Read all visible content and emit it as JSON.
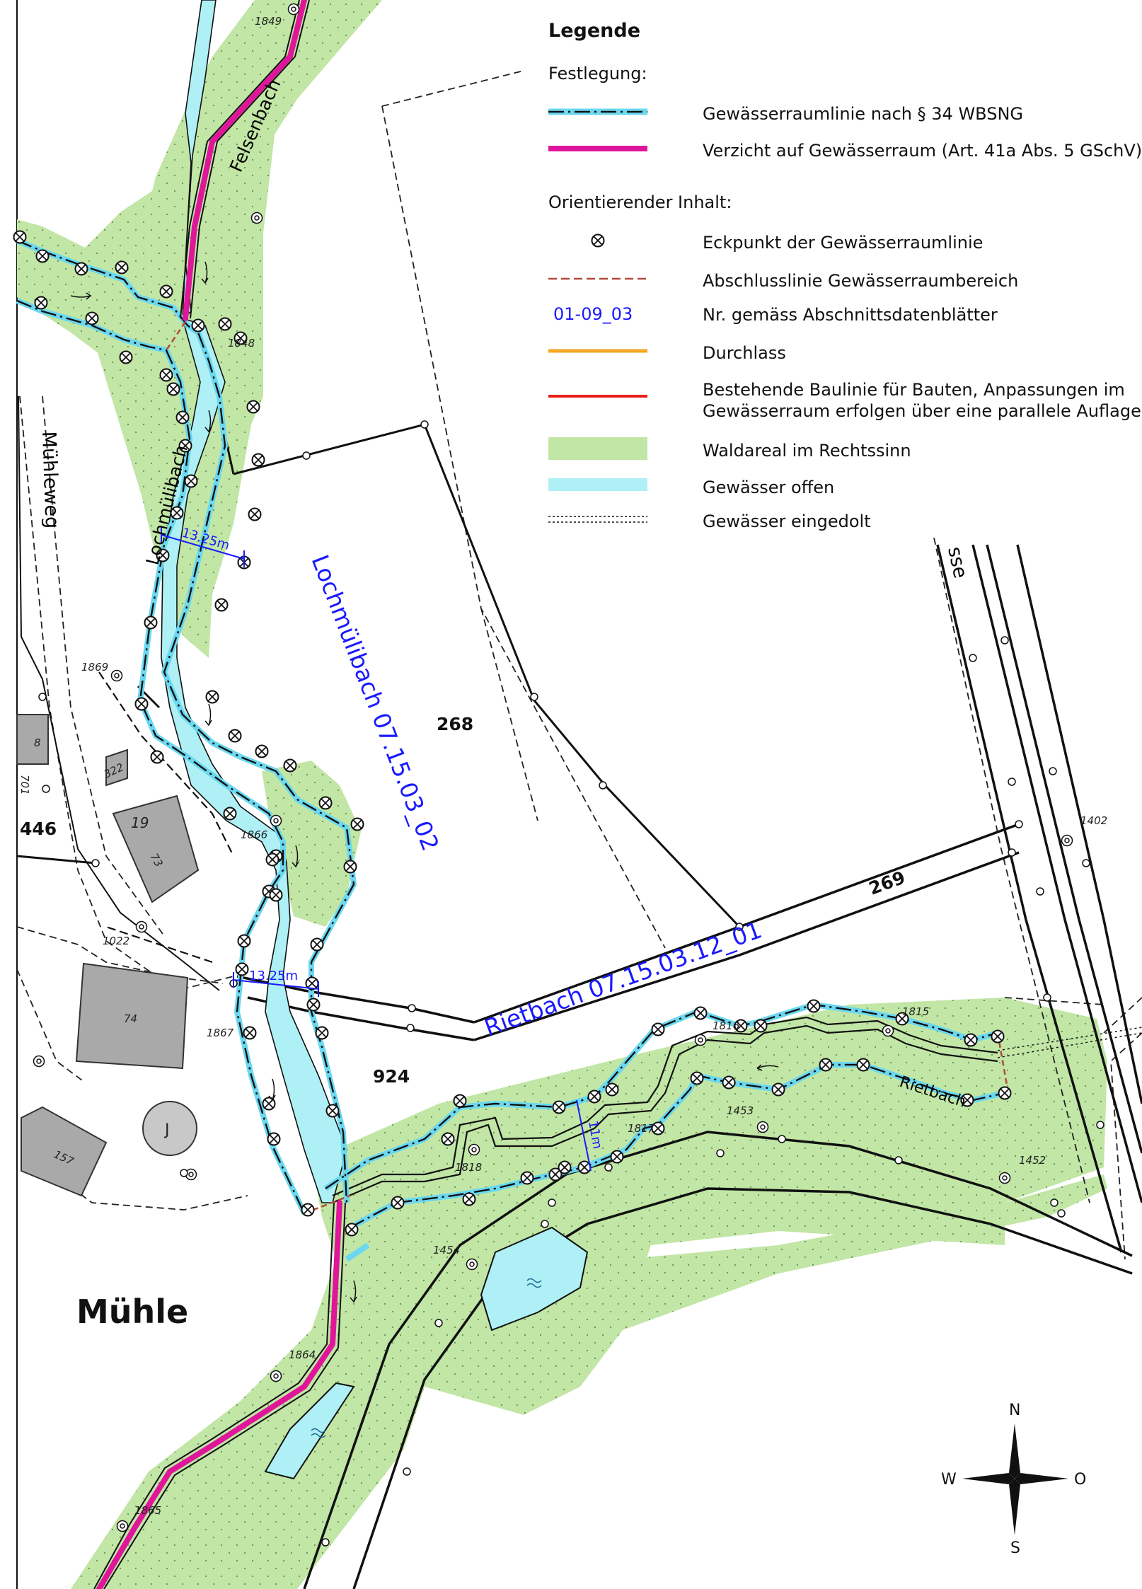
{
  "legend": {
    "title": "Legende",
    "section_fixed": "Festlegung:",
    "section_orient": "Orientierender Inhalt:",
    "items": [
      {
        "symbol": "line-blue-black-dashdot",
        "text": "Gewässerraumlinie nach § 34 WBSNG"
      },
      {
        "symbol": "line-magenta",
        "text": "Verzicht auf Gewässerraum (Art. 41a Abs. 5 GSchV)"
      },
      {
        "symbol": "circle-x",
        "text": "Eckpunkt der Gewässerraumlinie"
      },
      {
        "symbol": "dashed-brown",
        "text": "Abschlusslinie Gewässerraumbereich"
      },
      {
        "symbol": "blue-code",
        "code": "01-09_03",
        "text": "Nr. gemäss Abschnittsdatenblätter"
      },
      {
        "symbol": "line-orange",
        "text": "Durchlass"
      },
      {
        "symbol": "line-red",
        "text": "Bestehende Baulinie für Bauten, Anpassungen im",
        "text2": "Gewässerraum erfolgen über eine parallele Auflage"
      },
      {
        "symbol": "fill-green",
        "text": "Waldareal im Rechtssinn"
      },
      {
        "symbol": "fill-lightblue",
        "text": "Gewässer offen"
      },
      {
        "symbol": "line-dotted-double",
        "text": "Gewässer eingedolt"
      }
    ],
    "colors": {
      "wald": "#c1e6a5",
      "water": "#aef0f5",
      "magenta": "#e0169a",
      "orange": "#f5a623",
      "red": "#e8201c",
      "brown": "#b04a3a",
      "blue_label": "#1a1aff"
    }
  },
  "map": {
    "place_name": "Mühle",
    "street_label": "Mühleweg",
    "stream_felsenbach": "Felsenbach",
    "stream_lochmuelibach_short": "Lochmülibach",
    "section_lochmuelibach": "Lochmülibach 07.15.03_02",
    "section_rietbach": "Rietbach 07.15.03.12_01",
    "rietbach_partial": "Rietbach",
    "road_partial": "sse",
    "dimensions": [
      "13.25m",
      "13.25m",
      "11m"
    ],
    "parcels": [
      "268",
      "924",
      "446",
      "269"
    ],
    "point_numbers": [
      "1849",
      "1848",
      "1869",
      "1866",
      "1022",
      "1867",
      "1818",
      "1817",
      "1815",
      "1816",
      "1453",
      "1452",
      "1454",
      "1402",
      "1864",
      "1865"
    ],
    "buildings": [
      "8",
      "701",
      "322",
      "19",
      "73",
      "74",
      "157",
      "J"
    ],
    "compass": {
      "n": "N",
      "s": "S",
      "w": "W",
      "o": "O"
    }
  }
}
